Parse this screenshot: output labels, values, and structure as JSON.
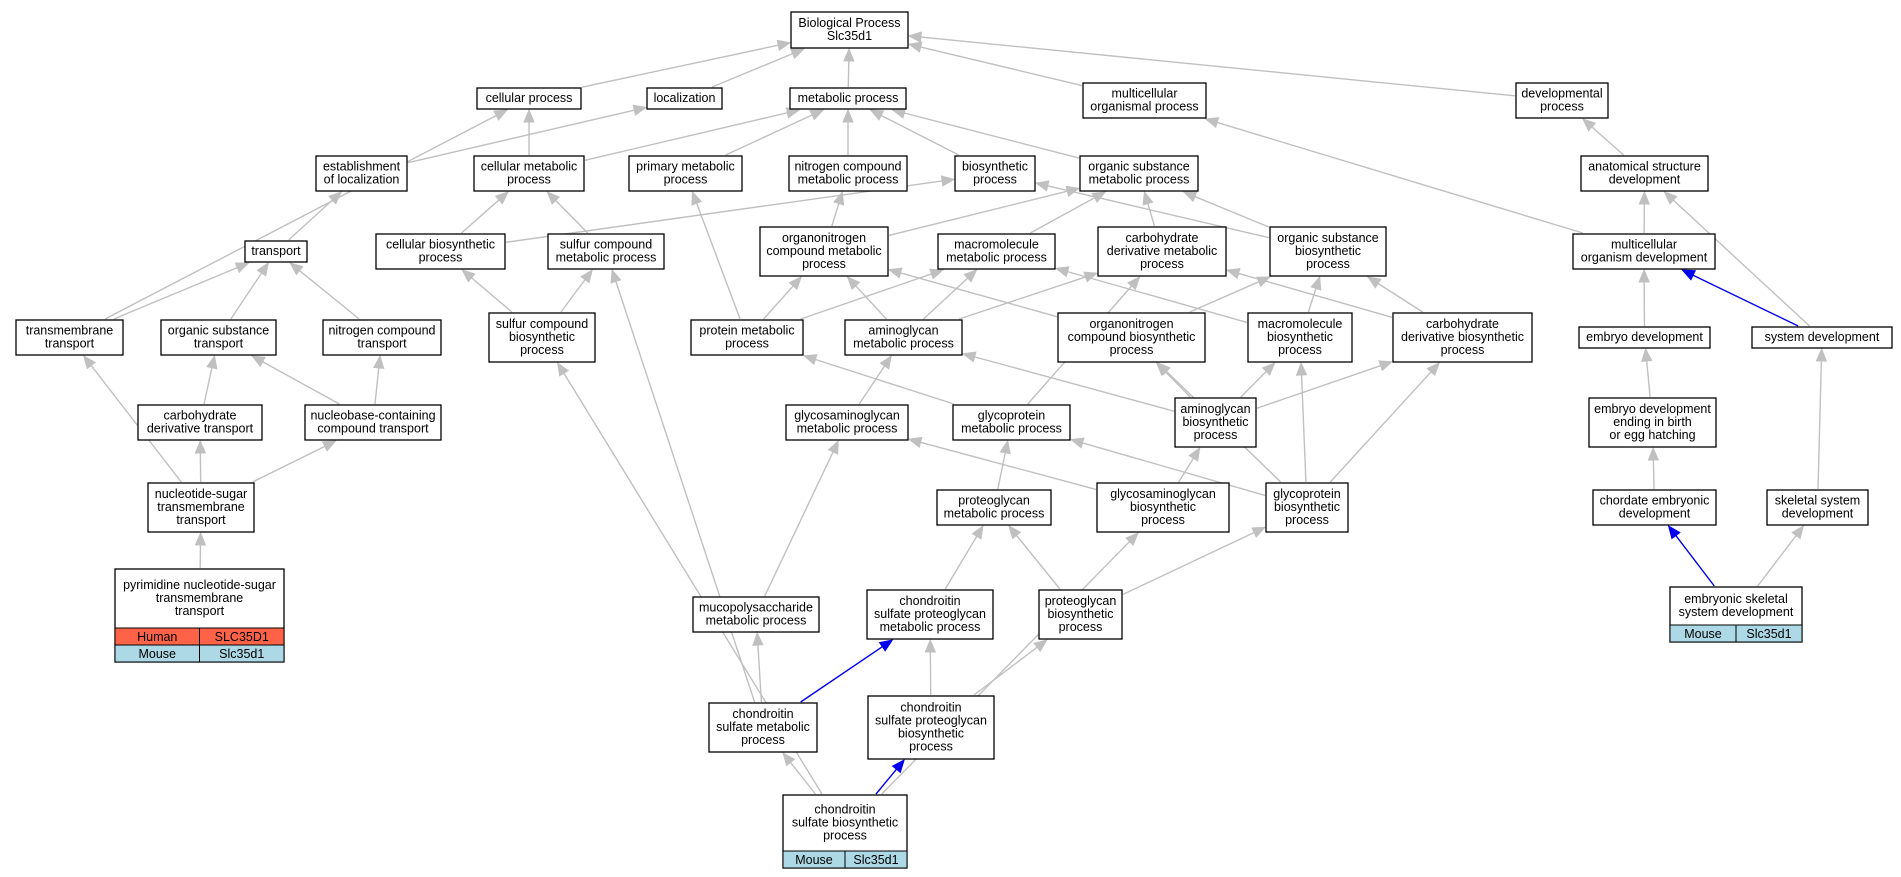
{
  "colors": {
    "edge_default": "#c0c0c0",
    "edge_highlight": "#0000ee",
    "human_cell": "#ff6347",
    "mouse_cell": "#add8e6",
    "node_border": "#000000"
  },
  "nodes": [
    {
      "id": "bp",
      "lines": [
        "Biological Process",
        "Slc35d1"
      ]
    },
    {
      "id": "cp",
      "lines": [
        "cellular process"
      ]
    },
    {
      "id": "loc",
      "lines": [
        "localization"
      ]
    },
    {
      "id": "mp",
      "lines": [
        "metabolic process"
      ]
    },
    {
      "id": "mop",
      "lines": [
        "multicellular",
        "organismal process"
      ]
    },
    {
      "id": "devp",
      "lines": [
        "developmental",
        "process"
      ]
    },
    {
      "id": "eol",
      "lines": [
        "establishment",
        "of localization"
      ]
    },
    {
      "id": "cmp",
      "lines": [
        "cellular metabolic",
        "process"
      ]
    },
    {
      "id": "pmp",
      "lines": [
        "primary metabolic",
        "process"
      ]
    },
    {
      "id": "ncmp",
      "lines": [
        "nitrogen compound",
        "metabolic process"
      ]
    },
    {
      "id": "bsp",
      "lines": [
        "biosynthetic",
        "process"
      ]
    },
    {
      "id": "osmp",
      "lines": [
        "organic substance",
        "metabolic process"
      ]
    },
    {
      "id": "asd",
      "lines": [
        "anatomical structure",
        "development"
      ]
    },
    {
      "id": "tr",
      "lines": [
        "transport"
      ]
    },
    {
      "id": "cbp",
      "lines": [
        "cellular biosynthetic",
        "process"
      ]
    },
    {
      "id": "scmp",
      "lines": [
        "sulfur compound",
        "metabolic process"
      ]
    },
    {
      "id": "oncmp",
      "lines": [
        "organonitrogen",
        "compound metabolic",
        "process"
      ]
    },
    {
      "id": "mmp",
      "lines": [
        "macromolecule",
        "metabolic process"
      ]
    },
    {
      "id": "cdmp",
      "lines": [
        "carbohydrate",
        "derivative metabolic",
        "process"
      ]
    },
    {
      "id": "osbp",
      "lines": [
        "organic substance",
        "biosynthetic",
        "process"
      ]
    },
    {
      "id": "mod",
      "lines": [
        "multicellular",
        "organism development"
      ]
    },
    {
      "id": "tmt",
      "lines": [
        "transmembrane",
        "transport"
      ]
    },
    {
      "id": "ost",
      "lines": [
        "organic substance",
        "transport"
      ]
    },
    {
      "id": "nct",
      "lines": [
        "nitrogen compound",
        "transport"
      ]
    },
    {
      "id": "scbp",
      "lines": [
        "sulfur compound",
        "biosynthetic",
        "process"
      ]
    },
    {
      "id": "prmp",
      "lines": [
        "protein metabolic",
        "process"
      ]
    },
    {
      "id": "agmp",
      "lines": [
        "aminoglycan",
        "metabolic process"
      ]
    },
    {
      "id": "oncbp",
      "lines": [
        "organonitrogen",
        "compound biosynthetic",
        "process"
      ]
    },
    {
      "id": "mbp",
      "lines": [
        "macromolecule",
        "biosynthetic",
        "process"
      ]
    },
    {
      "id": "cdbp",
      "lines": [
        "carbohydrate",
        "derivative biosynthetic",
        "process"
      ]
    },
    {
      "id": "ed",
      "lines": [
        "embryo development"
      ]
    },
    {
      "id": "sd",
      "lines": [
        "system development"
      ]
    },
    {
      "id": "cdt",
      "lines": [
        "carbohydrate",
        "derivative transport"
      ]
    },
    {
      "id": "nbct",
      "lines": [
        "nucleobase-containing",
        "compound transport"
      ]
    },
    {
      "id": "gagmp",
      "lines": [
        "glycosaminoglycan",
        "metabolic process"
      ]
    },
    {
      "id": "gpmp",
      "lines": [
        "glycoprotein",
        "metabolic process"
      ]
    },
    {
      "id": "agbp",
      "lines": [
        "aminoglycan",
        "biosynthetic",
        "process"
      ]
    },
    {
      "id": "edeb",
      "lines": [
        "embryo development",
        "ending in birth",
        "or egg hatching"
      ]
    },
    {
      "id": "nstt",
      "lines": [
        "nucleotide-sugar",
        "transmembrane",
        "transport"
      ]
    },
    {
      "id": "pgmp",
      "lines": [
        "proteoglycan",
        "metabolic process"
      ]
    },
    {
      "id": "gagbp",
      "lines": [
        "glycosaminoglycan",
        "biosynthetic",
        "process"
      ]
    },
    {
      "id": "gpbp",
      "lines": [
        "glycoprotein",
        "biosynthetic",
        "process"
      ]
    },
    {
      "id": "ced",
      "lines": [
        "chordate embryonic",
        "development"
      ]
    },
    {
      "id": "ssd",
      "lines": [
        "skeletal system",
        "development"
      ]
    },
    {
      "id": "pnstt",
      "lines": [
        "pyrimidine nucleotide-sugar",
        "transmembrane",
        "transport"
      ],
      "genes": [
        {
          "species": "Human",
          "gene": "SLC35D1",
          "color": "#ff6347"
        },
        {
          "species": "Mouse",
          "gene": "Slc35d1",
          "color": "#add8e6"
        }
      ]
    },
    {
      "id": "mpsmp",
      "lines": [
        "mucopolysaccharide",
        "metabolic process"
      ]
    },
    {
      "id": "cspgmp",
      "lines": [
        "chondroitin",
        "sulfate proteoglycan",
        "metabolic process"
      ]
    },
    {
      "id": "pgbp",
      "lines": [
        "proteoglycan",
        "biosynthetic",
        "process"
      ]
    },
    {
      "id": "essd",
      "lines": [
        "embryonic skeletal",
        "system development"
      ],
      "genes": [
        {
          "species": "Mouse",
          "gene": "Slc35d1",
          "color": "#add8e6"
        }
      ]
    },
    {
      "id": "csmp",
      "lines": [
        "chondroitin",
        "sulfate metabolic",
        "process"
      ]
    },
    {
      "id": "cspgbp",
      "lines": [
        "chondroitin",
        "sulfate proteoglycan",
        "biosynthetic",
        "process"
      ]
    },
    {
      "id": "csbp",
      "lines": [
        "chondroitin",
        "sulfate biosynthetic",
        "process"
      ],
      "genes": [
        {
          "species": "Mouse",
          "gene": "Slc35d1",
          "color": "#add8e6"
        }
      ]
    }
  ],
  "edges": [
    {
      "from": "cp",
      "to": "bp"
    },
    {
      "from": "loc",
      "to": "bp"
    },
    {
      "from": "mp",
      "to": "bp"
    },
    {
      "from": "mop",
      "to": "bp"
    },
    {
      "from": "devp",
      "to": "bp"
    },
    {
      "from": "eol",
      "to": "loc"
    },
    {
      "from": "cmp",
      "to": "cp"
    },
    {
      "from": "cmp",
      "to": "mp"
    },
    {
      "from": "pmp",
      "to": "mp"
    },
    {
      "from": "ncmp",
      "to": "mp"
    },
    {
      "from": "bsp",
      "to": "mp"
    },
    {
      "from": "osmp",
      "to": "mp"
    },
    {
      "from": "asd",
      "to": "devp"
    },
    {
      "from": "tr",
      "to": "eol"
    },
    {
      "from": "cbp",
      "to": "cmp"
    },
    {
      "from": "cbp",
      "to": "bsp"
    },
    {
      "from": "scmp",
      "to": "cmp"
    },
    {
      "from": "oncmp",
      "to": "ncmp"
    },
    {
      "from": "oncmp",
      "to": "osmp"
    },
    {
      "from": "mmp",
      "to": "osmp"
    },
    {
      "from": "cdmp",
      "to": "osmp"
    },
    {
      "from": "osbp",
      "to": "osmp"
    },
    {
      "from": "osbp",
      "to": "bsp"
    },
    {
      "from": "mod",
      "to": "mop"
    },
    {
      "from": "mod",
      "to": "asd"
    },
    {
      "from": "tmt",
      "to": "tr"
    },
    {
      "from": "tmt",
      "to": "cp"
    },
    {
      "from": "ost",
      "to": "tr"
    },
    {
      "from": "nct",
      "to": "tr"
    },
    {
      "from": "scbp",
      "to": "scmp"
    },
    {
      "from": "scbp",
      "to": "cbp"
    },
    {
      "from": "prmp",
      "to": "oncmp"
    },
    {
      "from": "prmp",
      "to": "mmp"
    },
    {
      "from": "prmp",
      "to": "pmp"
    },
    {
      "from": "agmp",
      "to": "oncmp"
    },
    {
      "from": "agmp",
      "to": "mmp"
    },
    {
      "from": "agmp",
      "to": "cdmp"
    },
    {
      "from": "oncbp",
      "to": "oncmp"
    },
    {
      "from": "oncbp",
      "to": "osbp"
    },
    {
      "from": "mbp",
      "to": "mmp"
    },
    {
      "from": "mbp",
      "to": "osbp"
    },
    {
      "from": "cdbp",
      "to": "cdmp"
    },
    {
      "from": "cdbp",
      "to": "osbp"
    },
    {
      "from": "ed",
      "to": "mod"
    },
    {
      "from": "sd",
      "to": "mod",
      "highlight": true
    },
    {
      "from": "sd",
      "to": "asd"
    },
    {
      "from": "cdt",
      "to": "ost"
    },
    {
      "from": "nbct",
      "to": "ost"
    },
    {
      "from": "nbct",
      "to": "nct"
    },
    {
      "from": "gagmp",
      "to": "agmp"
    },
    {
      "from": "gpmp",
      "to": "prmp"
    },
    {
      "from": "gpmp",
      "to": "cdmp"
    },
    {
      "from": "agbp",
      "to": "agmp"
    },
    {
      "from": "agbp",
      "to": "oncbp"
    },
    {
      "from": "agbp",
      "to": "mbp"
    },
    {
      "from": "agbp",
      "to": "cdbp"
    },
    {
      "from": "edeb",
      "to": "ed"
    },
    {
      "from": "nstt",
      "to": "tmt"
    },
    {
      "from": "nstt",
      "to": "cdt"
    },
    {
      "from": "nstt",
      "to": "nbct"
    },
    {
      "from": "pgmp",
      "to": "gpmp"
    },
    {
      "from": "gagbp",
      "to": "gagmp"
    },
    {
      "from": "gagbp",
      "to": "agbp"
    },
    {
      "from": "gpbp",
      "to": "gpmp"
    },
    {
      "from": "gpbp",
      "to": "oncbp"
    },
    {
      "from": "gpbp",
      "to": "mbp"
    },
    {
      "from": "gpbp",
      "to": "cdbp"
    },
    {
      "from": "ced",
      "to": "edeb"
    },
    {
      "from": "ssd",
      "to": "sd"
    },
    {
      "from": "pnstt",
      "to": "nstt"
    },
    {
      "from": "mpsmp",
      "to": "gagmp"
    },
    {
      "from": "cspgmp",
      "to": "pgmp"
    },
    {
      "from": "pgbp",
      "to": "pgmp"
    },
    {
      "from": "pgbp",
      "to": "gpbp"
    },
    {
      "from": "essd",
      "to": "ced",
      "highlight": true
    },
    {
      "from": "essd",
      "to": "ssd"
    },
    {
      "from": "csmp",
      "to": "mpsmp"
    },
    {
      "from": "csmp",
      "to": "cspgmp",
      "highlight": true
    },
    {
      "from": "csmp",
      "to": "scmp"
    },
    {
      "from": "cspgbp",
      "to": "cspgmp"
    },
    {
      "from": "cspgbp",
      "to": "pgbp"
    },
    {
      "from": "csbp",
      "to": "csmp"
    },
    {
      "from": "csbp",
      "to": "cspgbp",
      "highlight": true
    },
    {
      "from": "csbp",
      "to": "scbp"
    },
    {
      "from": "csbp",
      "to": "gagbp"
    }
  ]
}
